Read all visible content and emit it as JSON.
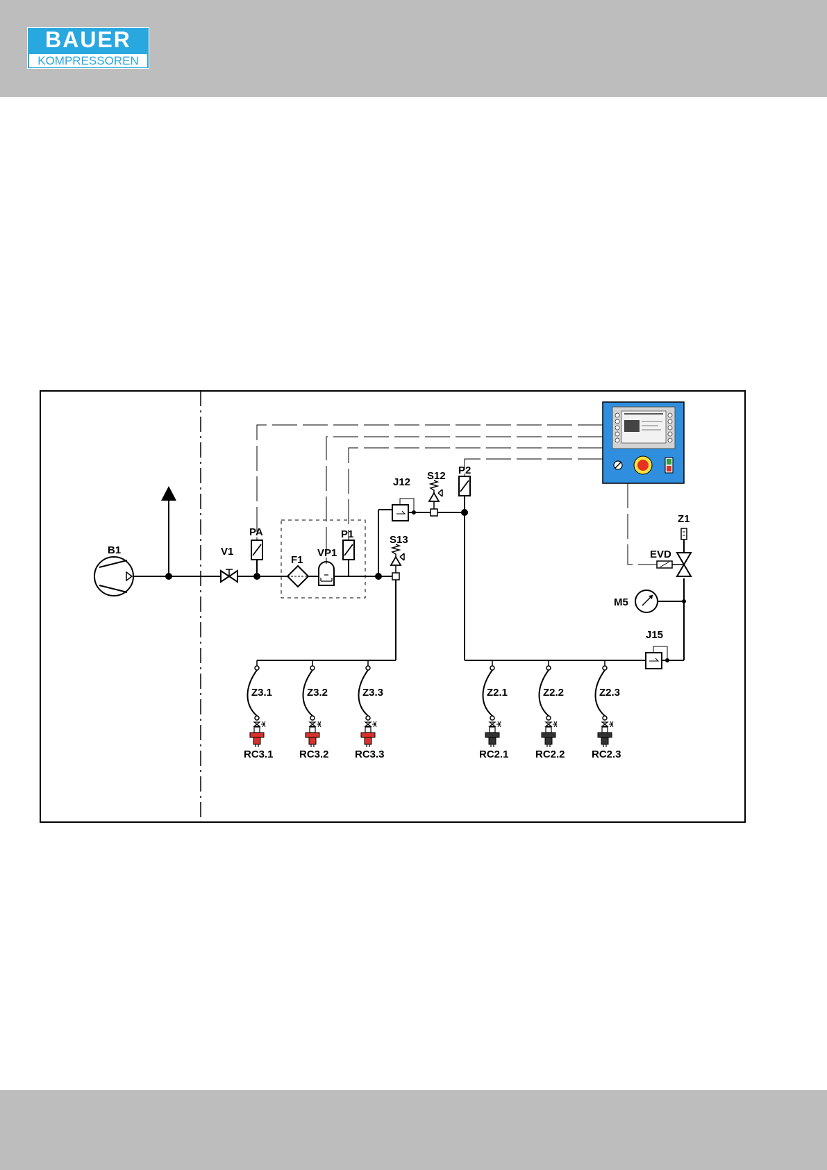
{
  "header": {
    "logo": {
      "brand": "BAUER",
      "sub": "KOMPRESSOREN"
    }
  },
  "diagram": {
    "labels": {
      "B1": "B1",
      "V1": "V1",
      "PA": "PA",
      "F1": "F1",
      "VP1": "VP1",
      "P1": "P1",
      "J12": "J12",
      "S12": "S12",
      "P2": "P2",
      "S13": "S13",
      "Z1": "Z1",
      "EVD": "EVD",
      "M5": "M5",
      "J15": "J15"
    },
    "hoses_left": [
      {
        "hose": "Z3.1",
        "coupling": "RC3.1"
      },
      {
        "hose": "Z3.2",
        "coupling": "RC3.2"
      },
      {
        "hose": "Z3.3",
        "coupling": "RC3.3"
      }
    ],
    "hoses_right": [
      {
        "hose": "Z2.1",
        "coupling": "RC2.1"
      },
      {
        "hose": "Z2.2",
        "coupling": "RC2.2"
      },
      {
        "hose": "Z2.3",
        "coupling": "RC2.3"
      }
    ],
    "colors": {
      "panel": "#2f8fde",
      "coupling_left": "#d8322c",
      "coupling_right": "#333333",
      "stop_button": "#e53222",
      "stop_ring": "#f6e23c"
    }
  }
}
